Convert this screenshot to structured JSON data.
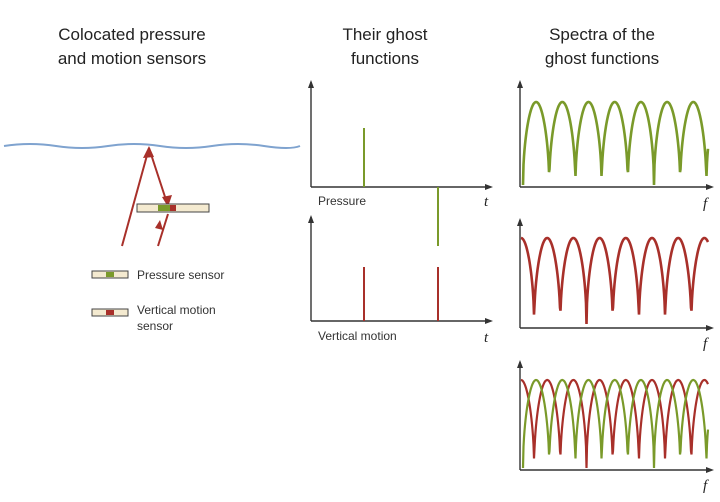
{
  "headings": {
    "col1_line1": "Colocated pressure",
    "col1_line2": "and motion sensors",
    "col2_line1": "Their ghost",
    "col2_line2": "functions",
    "col3_line1": "Spectra of the",
    "col3_line2": "ghost functions"
  },
  "legend": {
    "pressure": "Pressure sensor",
    "motion_line1": "Vertical motion",
    "motion_line2": "sensor"
  },
  "ghost_plots": {
    "pressure_label": "Pressure",
    "motion_label": "Vertical motion",
    "time_axis": "t"
  },
  "spectra": {
    "freq_axis": "f"
  },
  "colors": {
    "pressure": "#7a9a2a",
    "motion": "#a8302a",
    "sea_surface": "#7fa3cf",
    "axis": "#333333"
  }
}
